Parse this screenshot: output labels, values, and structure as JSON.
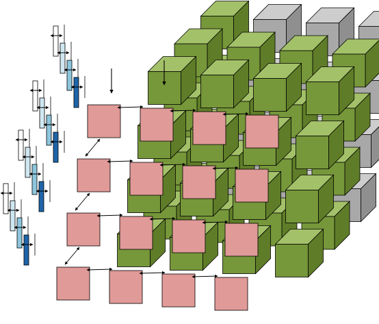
{
  "diagram": {
    "grid": {
      "columns": 4,
      "rows": 4,
      "layers": 4
    },
    "green_layers": 2,
    "pink_layer_present": true,
    "bar_groups": 4,
    "bars_per_group": 4,
    "colors": {
      "gray_front": "#a8a8a8",
      "gray_top": "#cdcdcd",
      "gray_side": "#8f8f8f",
      "green_front": "#76973a",
      "green_top": "#a3c169",
      "green_side": "#5f7d28",
      "pink": "#e09a98",
      "bar_white": "#ffffff",
      "bar_light": "#cfe7f1",
      "bar_mid": "#8dc6dd",
      "bar_dark": "#1f64a8",
      "stroke": "#000000"
    }
  }
}
